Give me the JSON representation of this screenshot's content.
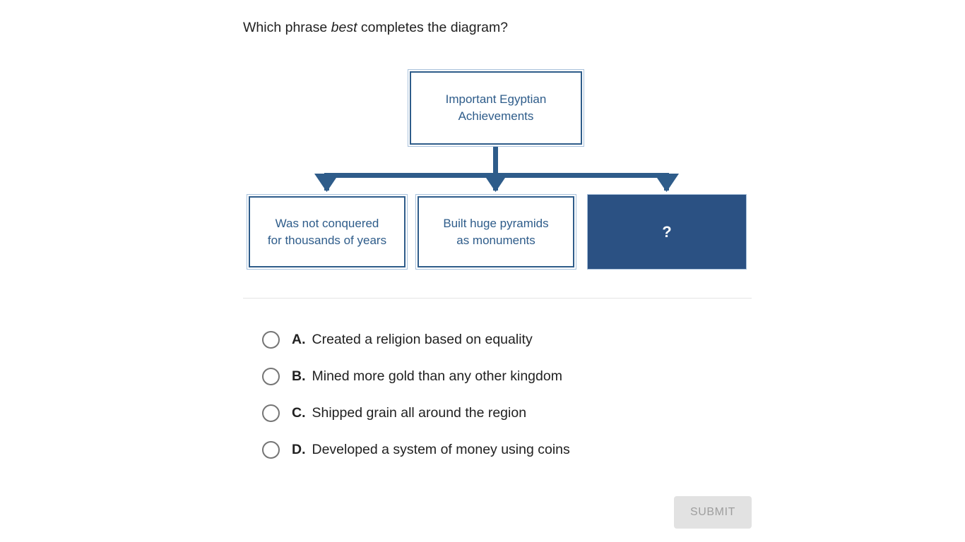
{
  "question": {
    "before": "Which phrase ",
    "emphasis": "best",
    "after": " completes the diagram?"
  },
  "diagram": {
    "root": {
      "line1": "Important Egyptian",
      "line2": "Achievements"
    },
    "children": [
      {
        "line1": "Was not conquered",
        "line2": "for thousands of years",
        "highlighted": false
      },
      {
        "line1": "Built huge pyramids",
        "line2": "as monuments",
        "highlighted": false
      },
      {
        "line1": "?",
        "line2": "",
        "highlighted": true
      }
    ],
    "colors": {
      "border": "#2E5C8A",
      "outer_border": "#A9C2DC",
      "text": "#2E5C8A",
      "connector": "#2E5C8A",
      "highlight_fill": "#2B5183",
      "highlight_text": "#FFFFFF"
    }
  },
  "options": [
    {
      "letter": "A.",
      "text": "Created a religion based on equality",
      "selected": false
    },
    {
      "letter": "B.",
      "text": "Mined more gold than any other kingdom",
      "selected": false
    },
    {
      "letter": "C.",
      "text": "Shipped grain all around the region",
      "selected": false
    },
    {
      "letter": "D.",
      "text": "Developed a system of money using coins",
      "selected": false
    }
  ],
  "submit": {
    "label": "SUBMIT",
    "disabled": true,
    "background": "#E2E2E2",
    "text_color": "#9E9E9E"
  }
}
